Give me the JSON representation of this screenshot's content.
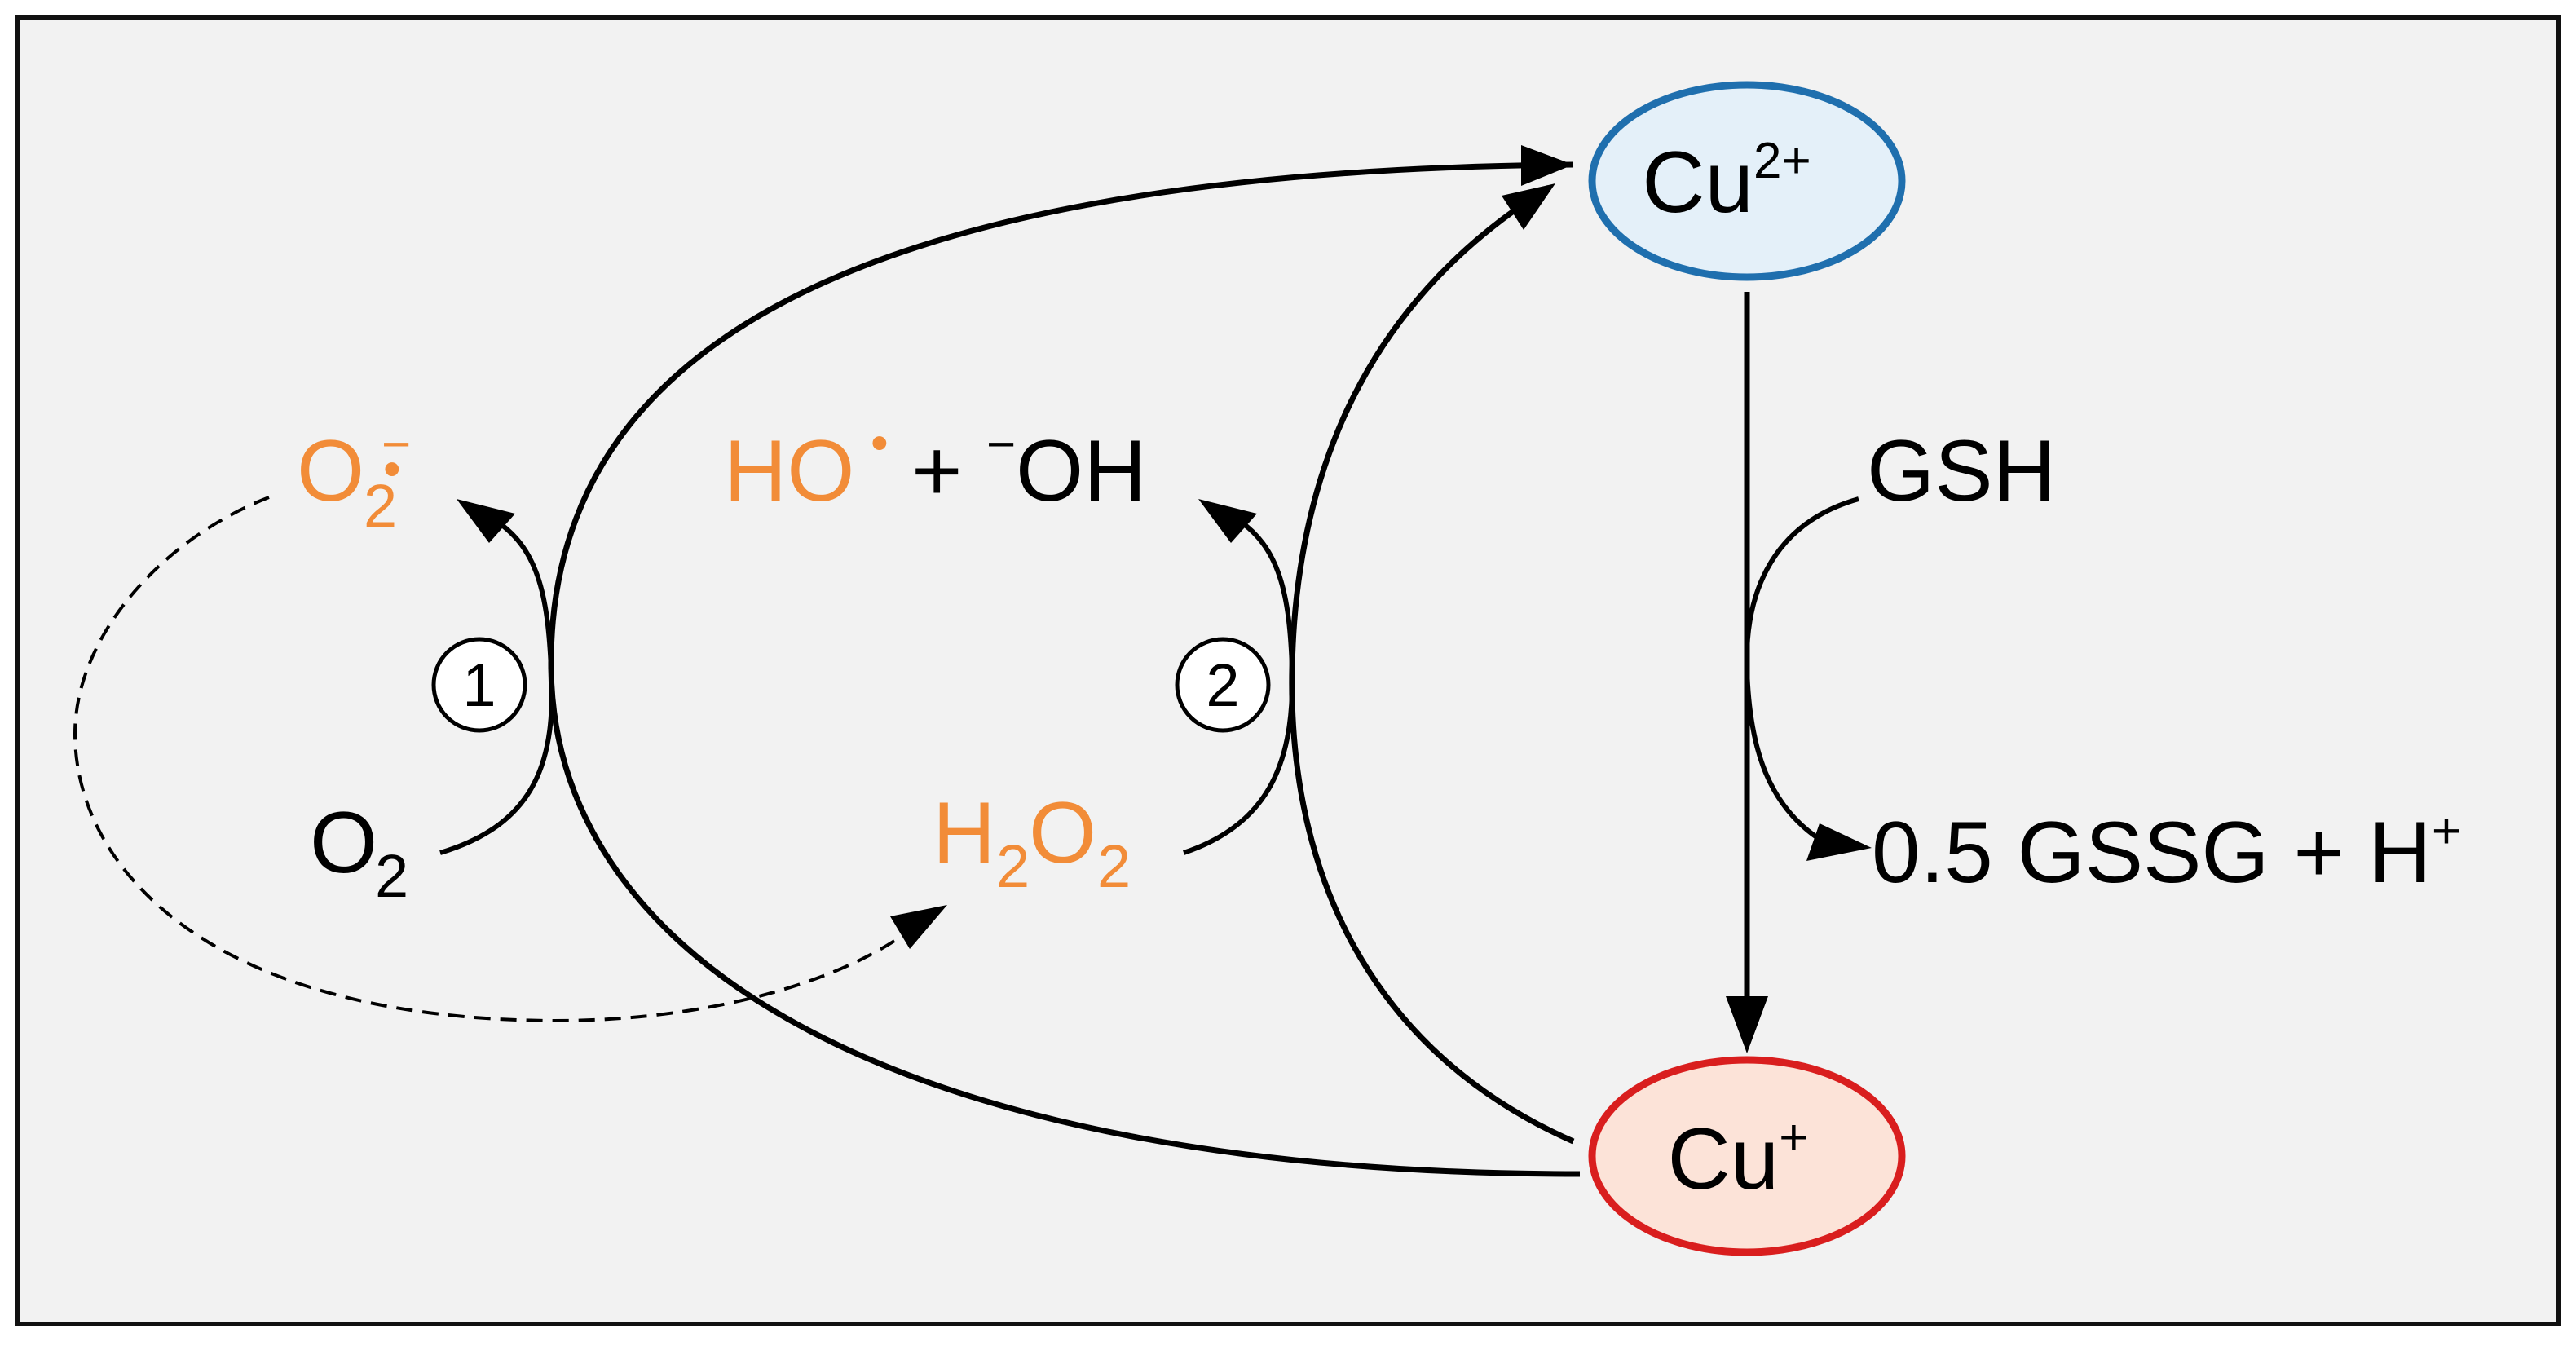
{
  "colors": {
    "background": "#F2F2F2",
    "frame": "#111111",
    "arrow": "#000000",
    "ros_orange": "#F28C38",
    "cu2_fill": "#E4F0F9",
    "cu2_stroke": "#1F6FAE",
    "cu1_fill": "#FCE3D8",
    "cu1_stroke": "#D91E1E"
  },
  "nodes": {
    "cu2": {
      "base": "Cu",
      "sup": "2+"
    },
    "cu1": {
      "base": "Cu",
      "sup": "+"
    }
  },
  "species": {
    "superoxide": {
      "base": "O",
      "sub": "2",
      "sup": "•",
      "charge": "−",
      "color": "orange"
    },
    "oxygen": {
      "base": "O",
      "sub": "2",
      "color": "black"
    },
    "h2o2": {
      "h": "H",
      "sub1": "2",
      "o": "O",
      "sub2": "2",
      "color": "orange"
    },
    "hydroxyl_radical": {
      "base": "HO",
      "sup": "•",
      "color": "orange"
    },
    "plus": "+",
    "hydroxide": {
      "charge": "−",
      "base": "OH",
      "color": "black"
    },
    "gsh": "GSH",
    "gssg": {
      "text": "0.5 GSSG + H",
      "sup": "+"
    }
  },
  "steps": {
    "step1": "1",
    "step2": "2"
  }
}
